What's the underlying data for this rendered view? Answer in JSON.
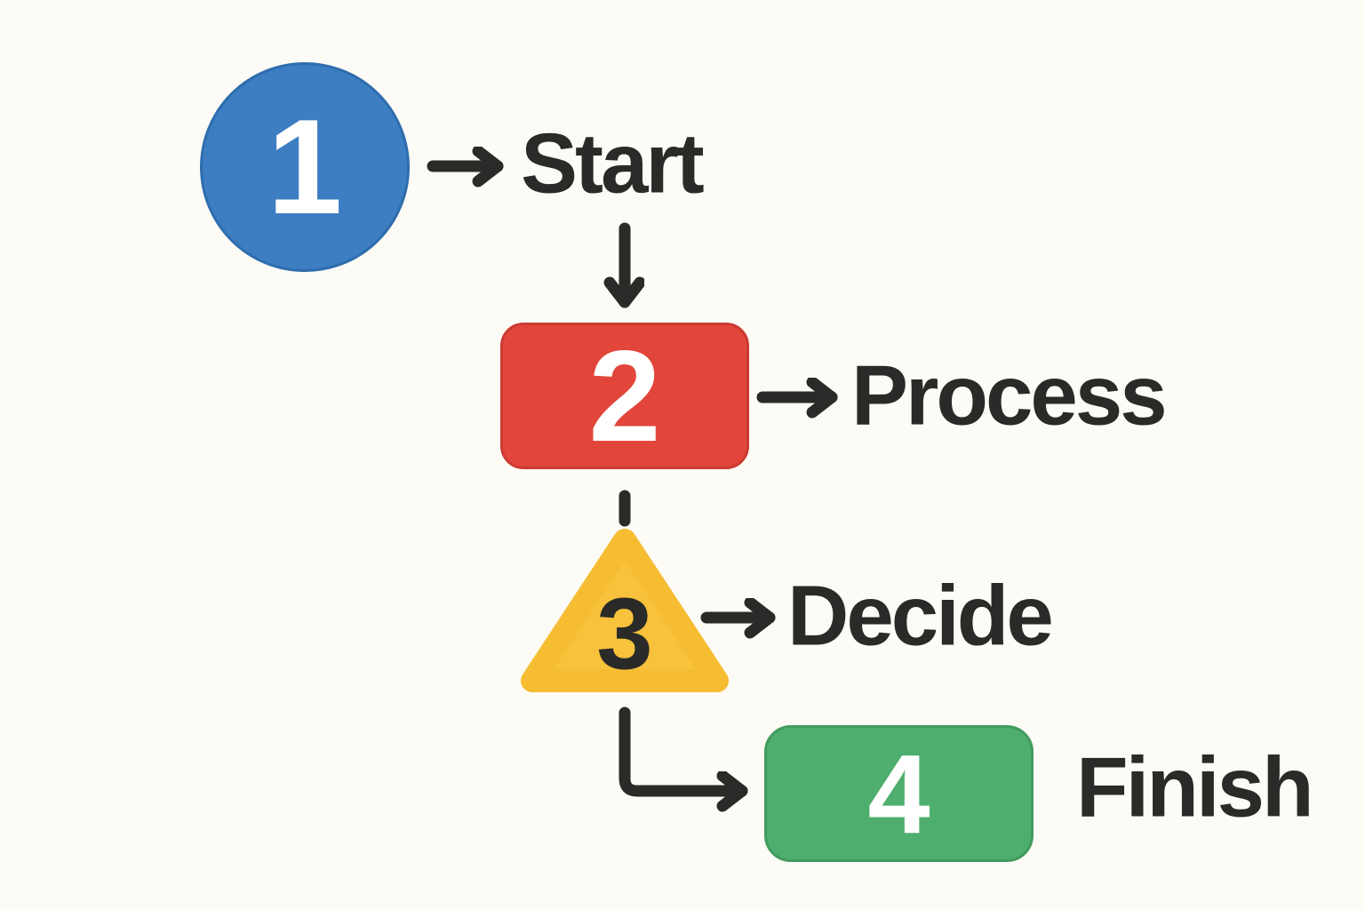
{
  "diagram": {
    "type": "flowchart",
    "nodes": [
      {
        "id": "1",
        "shape": "circle",
        "number": "1",
        "label": "Start",
        "color": "#3d7ec2",
        "number_color": "#ffffff"
      },
      {
        "id": "2",
        "shape": "rectangle",
        "number": "2",
        "label": "Process",
        "color": "#e2453a",
        "number_color": "#ffffff"
      },
      {
        "id": "3",
        "shape": "triangle",
        "number": "3",
        "label": "Decide",
        "color": "#f8c23c",
        "number_color": "#2a2a28"
      },
      {
        "id": "4",
        "shape": "rectangle",
        "number": "4",
        "label": "Finish",
        "color": "#4eae6e",
        "number_color": "#ffffff"
      }
    ],
    "connectors": [
      {
        "name": "arrow-node1-to-start-label",
        "type": "arrow-right"
      },
      {
        "name": "arrow-start-to-node2",
        "type": "arrow-down"
      },
      {
        "name": "arrow-node2-to-process-label",
        "type": "arrow-right"
      },
      {
        "name": "dash-node2-to-node3",
        "type": "vertical-dash"
      },
      {
        "name": "arrow-node3-to-decide-label",
        "type": "arrow-right"
      },
      {
        "name": "elbow-arrow-node3-to-node4",
        "type": "arrow-elbow-down-right"
      }
    ]
  },
  "colors": {
    "bg": "#fdfbf6",
    "ink": "#2a2a28",
    "node1": "#3d7ec2",
    "node2": "#e2453a",
    "node3": "#f8c23c",
    "node4": "#4eae6e"
  }
}
